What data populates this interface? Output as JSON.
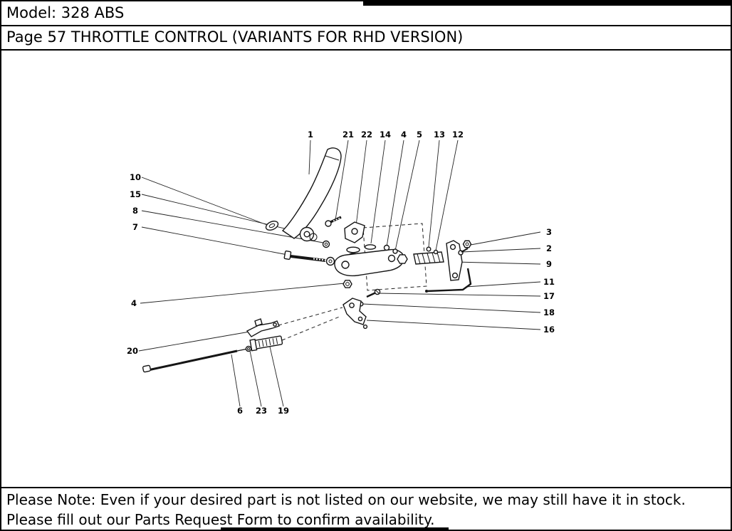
{
  "header": {
    "model": "Model: 328 ABS",
    "page_title": "Page 57  THROTTLE CONTROL (VARIANTS FOR RHD VERSION)"
  },
  "diagram": {
    "title": "Throttle control exploded parts view",
    "callouts": [
      "1",
      "21",
      "22",
      "14",
      "4",
      "5",
      "13",
      "12",
      "10",
      "15",
      "8",
      "7",
      "3",
      "2",
      "9",
      "11",
      "17",
      "18",
      "16",
      "4",
      "20",
      "6",
      "23",
      "19"
    ]
  },
  "footer": {
    "line1": "Please Note: Even if your desired part is not listed on our website, we may still have it in stock.",
    "line2": "Please fill out our Parts Request Form to confirm availability."
  },
  "colors": {
    "ink": "#000000",
    "paper": "#ffffff"
  }
}
